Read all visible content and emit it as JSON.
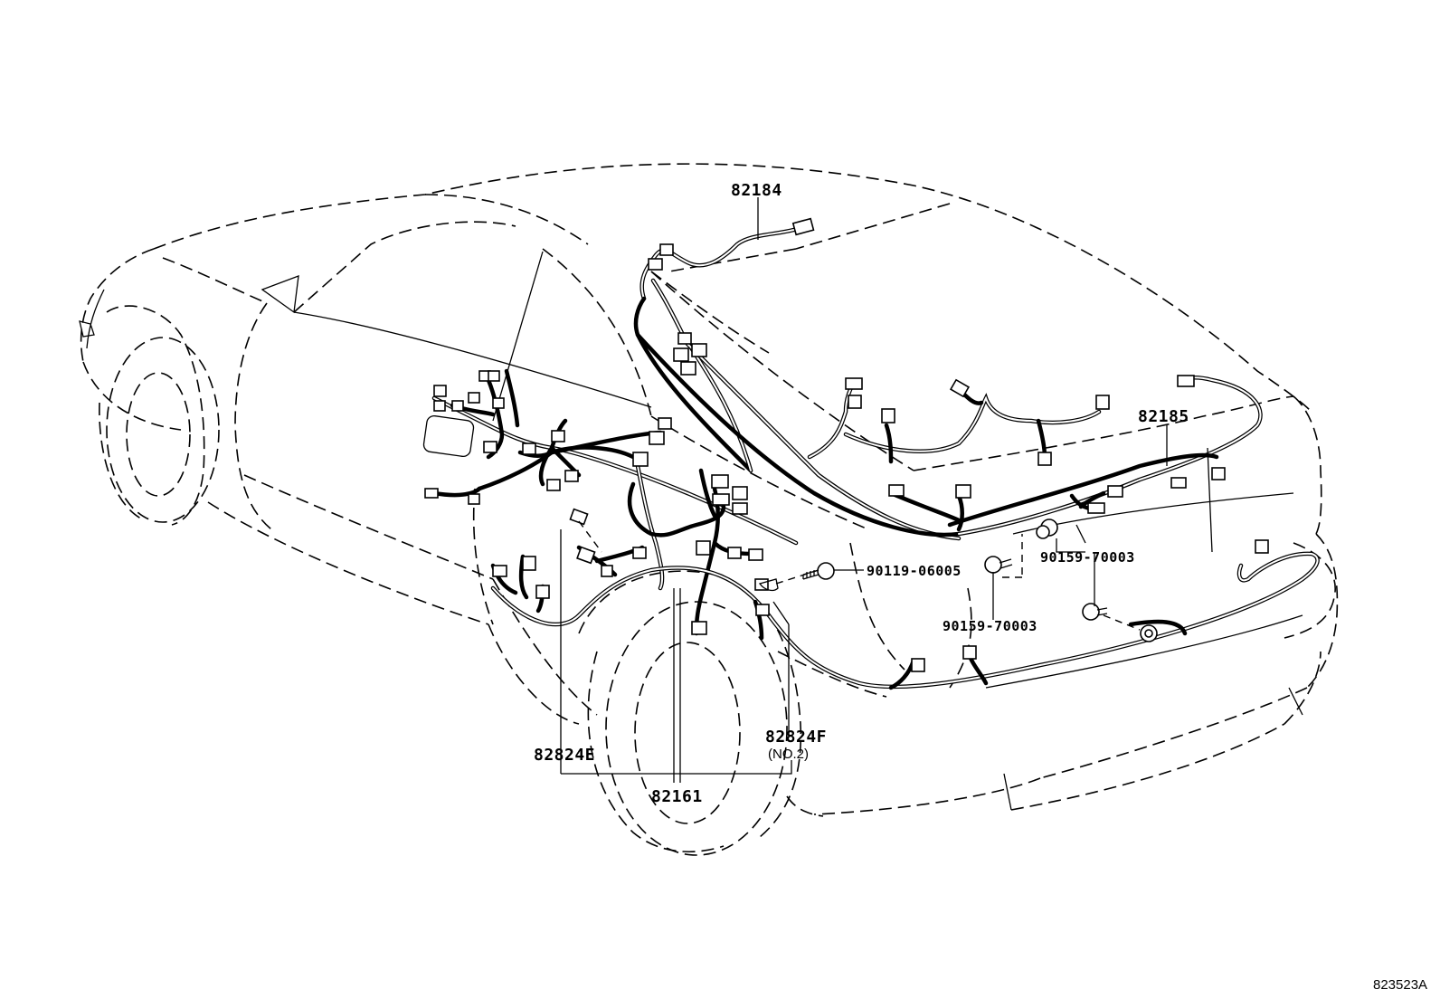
{
  "diagram": {
    "callouts": [
      {
        "id": "82184",
        "text": "82184"
      },
      {
        "id": "82185",
        "text": "82185"
      },
      {
        "id": "90119-06005",
        "text": "90119-06005"
      },
      {
        "id": "90159-70003-a",
        "text": "90159-70003"
      },
      {
        "id": "90159-70003-b",
        "text": "90159-70003"
      },
      {
        "id": "82824E",
        "text": "82824E"
      },
      {
        "id": "82824F",
        "text": "82824F"
      },
      {
        "id": "82824F-note",
        "text": "(NO.2)"
      },
      {
        "id": "82161",
        "text": "82161"
      }
    ],
    "figure_code": "823523A"
  }
}
